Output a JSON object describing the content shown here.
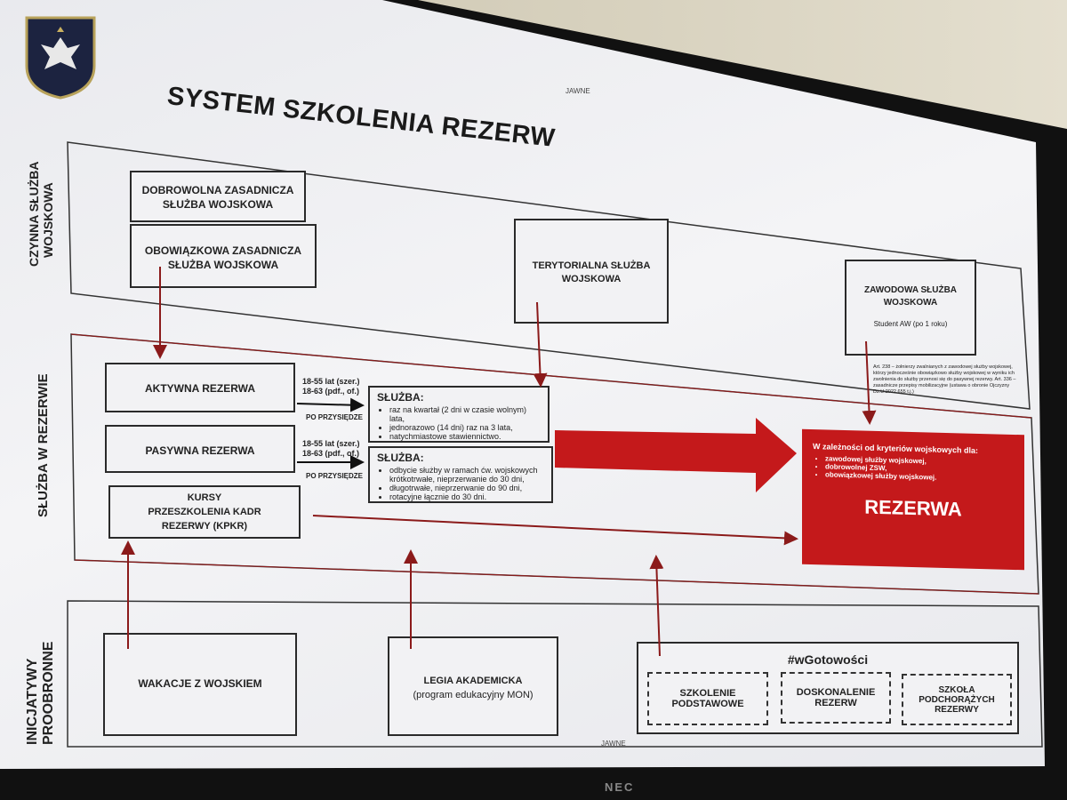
{
  "title": "SYSTEM SZKOLENIA REZERW",
  "classification": "JAWNE",
  "classification_bottom": "JAWNE",
  "monitor_brand": "NEC",
  "row_labels": {
    "czynna": [
      "CZYNNA SŁUŻBA",
      "WOJSKOWA"
    ],
    "rezerwa": "SŁUŻBA W REZERWIE",
    "inicjatywy": [
      "INICJATYWY",
      "PROOBRONNE"
    ]
  },
  "boxes": {
    "dzsw": [
      "DOBROWOLNA ZASADNICZA",
      "SŁUŻBA WOJSKOWA"
    ],
    "ozsw": [
      "OBOWIĄZKOWA ZASADNICZA",
      "SŁUŻBA WOJSKOWA"
    ],
    "tsw": [
      "TERYTORIALNA SŁUŻBA",
      "WOJSKOWA"
    ],
    "zsw": [
      "ZAWODOWA SŁUŻBA",
      "WOJSKOWA"
    ],
    "zsw_note": "Student AW (po 1 roku)",
    "aktywna": "AKTYWNA REZERWA",
    "pasywna": "PASYWNA REZERWA",
    "kpkr": [
      "KURSY",
      "PRZESZKOLENIA KADR",
      "REZERWY (KPKR)"
    ],
    "wakacje": "WAKACJE Z WOJSKIEM",
    "legia": [
      "LEGIA AKADEMICKA",
      "(program edukacyjny MON)"
    ],
    "wgotowosci": "#wGotowości",
    "szkolenie": [
      "SZKOLENIE",
      "PODSTAWOWE"
    ],
    "doskonalenie": [
      "DOSKONALENIE",
      "REZERW"
    ],
    "szkola": [
      "SZKOŁA",
      "PODCHORĄŻYCH",
      "REZERWY"
    ]
  },
  "age_notes": {
    "aktywna": [
      "18-55 lat (szer.)",
      "18-63 (pdf., of.)"
    ],
    "pasywna": [
      "18-55 lat (szer.)",
      "18-63 (pdf., of.)"
    ],
    "przysiega": "PO PRZYSIĘDZE"
  },
  "sluzba_title": "SŁUŻBA:",
  "sluzba_aktywna": [
    "raz na kwartał (2 dni w czasie wolnym) lata,",
    "jednorazowo (14 dni) raz na 3 lata,",
    "natychmiastowe stawiennictwo."
  ],
  "sluzba_pasywna": [
    "odbycie służby w ramach ćw. wojskowych krótkotrwałe, nieprzerwanie do 30 dni,",
    "długotrwałe, nieprzerwanie do 90 dni,",
    "rotacyjne łącznie do 30 dni."
  ],
  "rezerwa_box": {
    "intro": "W zależności od kryteriów wojskowych dla:",
    "items": [
      "zawodowej służby wojskowej,",
      "dobrowolnej ZSW,",
      "obowiązkowej służby wojskowej."
    ],
    "label": "REZERWA"
  },
  "law_note": "Art. 238 – żołnierzy zwalnianych z zawodowej służby wojskowej, którzy jednocześnie obowiązkowo służby wojskowej w wyniku ich zwolnienia do służby przenosi się do pasywnej rezerwy. Art. 336 – zasadnicze przepisy mobilizacyjne (ustawa o obronie Ojczyzny Dz.U.2022.655 t.j.)",
  "colors": {
    "accent_red": "#c4191b",
    "arrow_red": "#8b1a1a",
    "emblem_bg": "#1c2340"
  }
}
